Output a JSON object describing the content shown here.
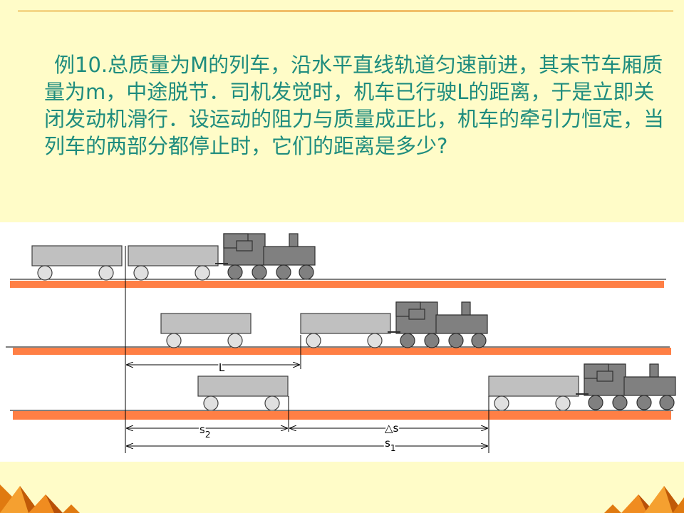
{
  "slide": {
    "problem_text": "例10.总质量为M的列车，沿水平直线轨道匀速前进，其末节车厢质量为m，中途脱节．司机发觉时，机车已行驶L的距离，于是立即关闭发动机滑行．设运动的阻力与质量成正比，机车的牵引力恒定，当列车的两部分都停止时，它们的距离是多少?"
  },
  "diagram": {
    "label_L": "L",
    "label_s2": "s",
    "label_s2_sub": "2",
    "label_delta_s": "△s",
    "label_s1": "s",
    "label_s1_sub": "1"
  },
  "colors": {
    "background": "#FFFCC8",
    "text": "#1E8C7E",
    "rail": "#FF7F45",
    "car_body": "#C0C0C0",
    "locomotive": "#808080"
  }
}
